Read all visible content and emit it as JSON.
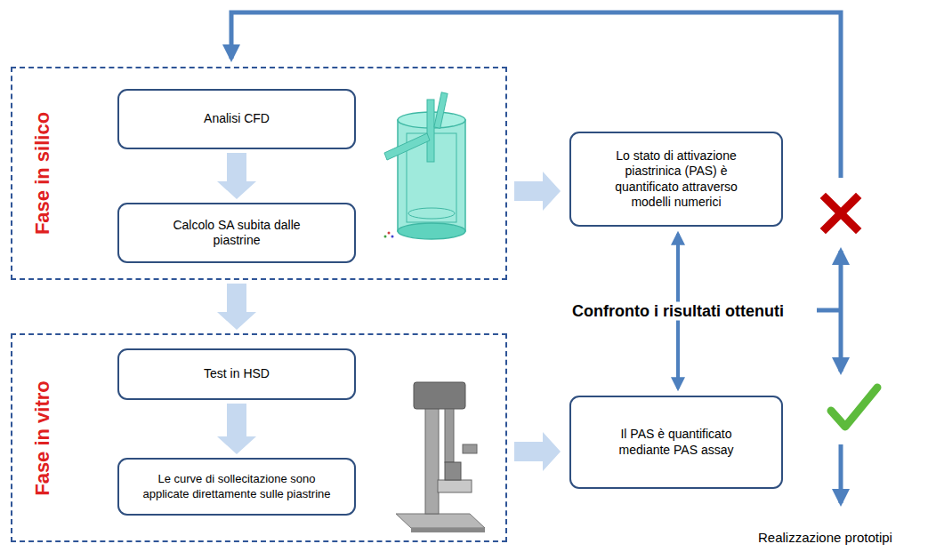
{
  "diagram": {
    "nodes": [
      {
        "text": [
          "Fase in silico"
        ]
      },
      {
        "text": [
          "Analisi CFD"
        ],
        "in": 0
      },
      {
        "text": [
          "Calcolo SA subita dalle piastrine"
        ],
        "in": 0
      },
      {
        "text": [
          "Fase in vitro"
        ]
      },
      {
        "text": [
          "Test in HSD"
        ],
        "in": 3
      },
      {
        "text": [
          "Le curve di sollecitazione sono applicate direttamente sulle piastrine"
        ],
        "in": 3
      },
      {
        "text": [
          "Lo stato di attivazione piastrinica (PAS) è quantificato attraverso modelli numerici"
        ]
      },
      {
        "text": [
          "Il PAS è quantificato mediante PAS assay"
        ]
      }
    ],
    "edges": [
      {
        "from": 1,
        "to": 2,
        "arrow": "to"
      },
      {
        "from": 0,
        "to": 3,
        "arrow": "to"
      },
      {
        "from": 4,
        "to": 5,
        "arrow": "to"
      },
      {
        "from": 0,
        "to": 6,
        "arrow": "to"
      },
      {
        "from": 3,
        "to": 7,
        "arrow": "to"
      },
      {
        "from": 6,
        "to": 7,
        "arrow": "both",
        "label": "Confronto i risultati ottenuti"
      }
    ],
    "labels": [
      "Realizzazione prototipi"
    ]
  }
}
